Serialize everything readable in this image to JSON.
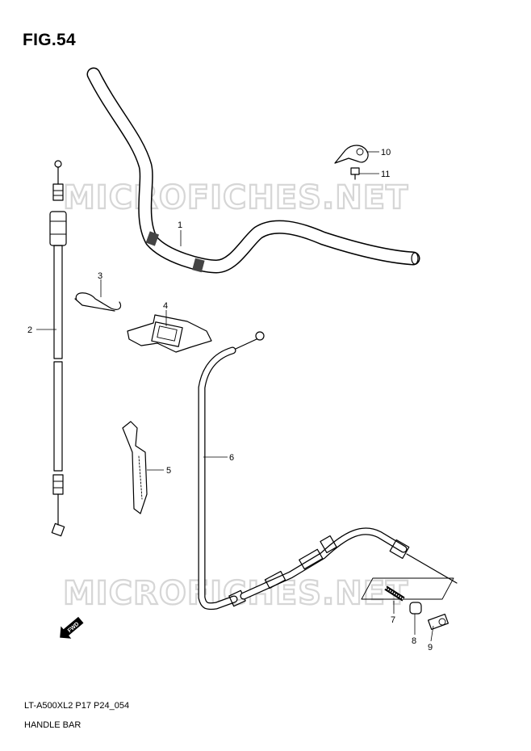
{
  "figure": {
    "title": "FIG.54",
    "code": "LT-A500XL2 P17 P24_054",
    "name": "HANDLE BAR"
  },
  "watermark": {
    "text": "MICROFICHES.NET",
    "color": "#d6d6d6"
  },
  "fwd_badge": "FWD",
  "callouts": [
    {
      "id": "1",
      "label": "1"
    },
    {
      "id": "2",
      "label": "2"
    },
    {
      "id": "3",
      "label": "3"
    },
    {
      "id": "4",
      "label": "4"
    },
    {
      "id": "5",
      "label": "5"
    },
    {
      "id": "6",
      "label": "6"
    },
    {
      "id": "7",
      "label": "7"
    },
    {
      "id": "8",
      "label": "8"
    },
    {
      "id": "9",
      "label": "9"
    },
    {
      "id": "10",
      "label": "10"
    },
    {
      "id": "11",
      "label": "11"
    }
  ]
}
